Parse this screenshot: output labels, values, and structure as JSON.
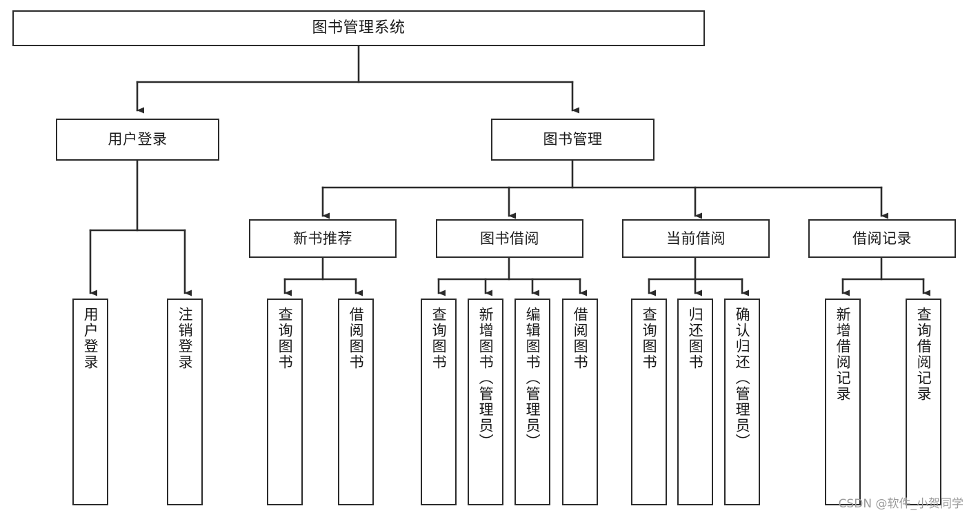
{
  "diagram": {
    "type": "tree",
    "orientation": "top-down",
    "title": "图书管理系统",
    "colors": {
      "background": "#ffffff",
      "node_border": "#2b2b2b",
      "node_fill": "#ffffff",
      "connector": "#2b2b2b",
      "text": "#1a1a1a",
      "watermark": "#9b9b9b"
    },
    "root": {
      "label": "图书管理系统",
      "name": "node-root-library-system"
    },
    "level1": [
      {
        "label": "用户登录",
        "name": "node-user-login"
      },
      {
        "label": "图书管理",
        "name": "node-book-management"
      }
    ],
    "level2": [
      {
        "label": "新书推荐",
        "name": "node-new-book-recommend"
      },
      {
        "label": "图书借阅",
        "name": "node-book-borrow"
      },
      {
        "label": "当前借阅",
        "name": "node-current-borrow"
      },
      {
        "label": "借阅记录",
        "name": "node-borrow-record"
      }
    ],
    "leaves": [
      {
        "label": "用户登录",
        "name": "leaf-user-login",
        "parent": "用户登录"
      },
      {
        "label": "注销登录",
        "name": "leaf-logout",
        "parent": "用户登录"
      },
      {
        "label": "查询图书",
        "name": "leaf-query-book-recommend",
        "parent": "新书推荐"
      },
      {
        "label": "借阅图书",
        "name": "leaf-borrow-book-recommend",
        "parent": "新书推荐"
      },
      {
        "label": "查询图书",
        "name": "leaf-query-book-borrow",
        "parent": "图书借阅"
      },
      {
        "label": "新增图书（管理员）",
        "name": "leaf-add-book-admin",
        "parent": "图书借阅"
      },
      {
        "label": "编辑图书（管理员）",
        "name": "leaf-edit-book-admin",
        "parent": "图书借阅"
      },
      {
        "label": "借阅图书",
        "name": "leaf-borrow-book",
        "parent": "图书借阅"
      },
      {
        "label": "查询图书",
        "name": "leaf-query-book-current",
        "parent": "当前借阅"
      },
      {
        "label": "归还图书",
        "name": "leaf-return-book",
        "parent": "当前借阅"
      },
      {
        "label": "确认归还（管理员）",
        "name": "leaf-confirm-return-admin",
        "parent": "当前借阅"
      },
      {
        "label": "新增借阅记录",
        "name": "leaf-add-borrow-record",
        "parent": "借阅记录"
      },
      {
        "label": "查询借阅记录",
        "name": "leaf-query-borrow-record",
        "parent": "借阅记录"
      }
    ],
    "watermark": "CSDN @软件_小贺同学"
  }
}
